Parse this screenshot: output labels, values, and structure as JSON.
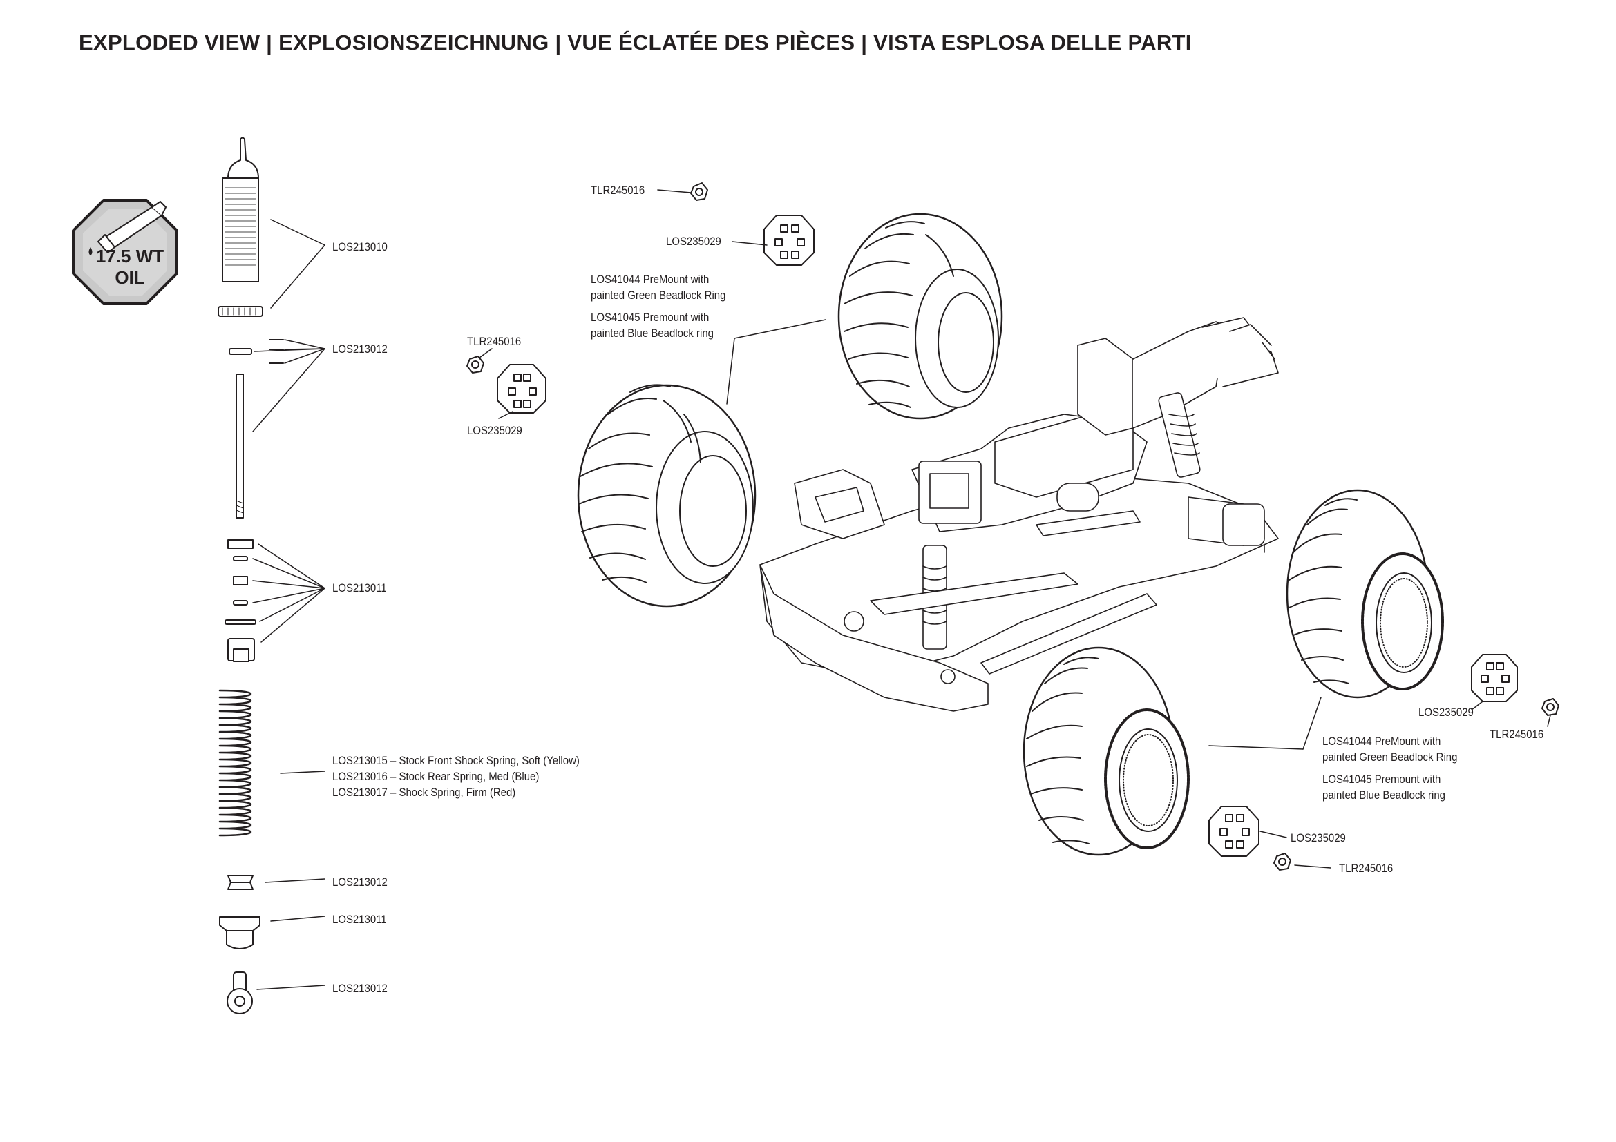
{
  "title": "EXPLODED VIEW  |  EXPLOSIONSZEICHNUNG  |  VUE ÉCLATÉE DES PIÈCES  |  VISTA ESPLOSA DELLE PARTI",
  "oil_badge": {
    "line1": "17.5 WT",
    "line2": "OIL"
  },
  "shock_parts": {
    "body": "LOS213010",
    "orings_top": "LOS213012",
    "seals": "LOS213011",
    "spring_front": "LOS213015 – Stock Front Shock Spring, Soft (Yellow)",
    "spring_rear": "LOS213016 – Stock Rear Spring, Med (Blue)",
    "spring_firm": "LOS213017 – Shock Spring, Firm (Red)",
    "bumper": "LOS213012",
    "cap": "LOS213011",
    "rod_end": "LOS213012"
  },
  "front_left_hub": {
    "nut": "TLR245016",
    "hex": "LOS235029"
  },
  "front_right_hub": {
    "nut": "TLR245016",
    "hex": "LOS235029"
  },
  "front_tires": {
    "green": "LOS41044 PreMount with painted Green Beadlock Ring",
    "green_line1": "LOS41044 PreMount with",
    "green_line2": "painted Green Beadlock Ring",
    "blue_line1": "LOS41045 Premount with",
    "blue_line2": "painted Blue Beadlock ring"
  },
  "rear_right_hub": {
    "hex": "LOS235029",
    "nut": "TLR245016"
  },
  "rear_tires": {
    "green_line1": "LOS41044 PreMount with",
    "green_line2": "painted Green Beadlock Ring",
    "blue_line1": "LOS41045 Premount with",
    "blue_line2": "painted Blue Beadlock ring"
  },
  "rear_left_hub": {
    "hex": "LOS235029",
    "nut": "TLR245016"
  }
}
